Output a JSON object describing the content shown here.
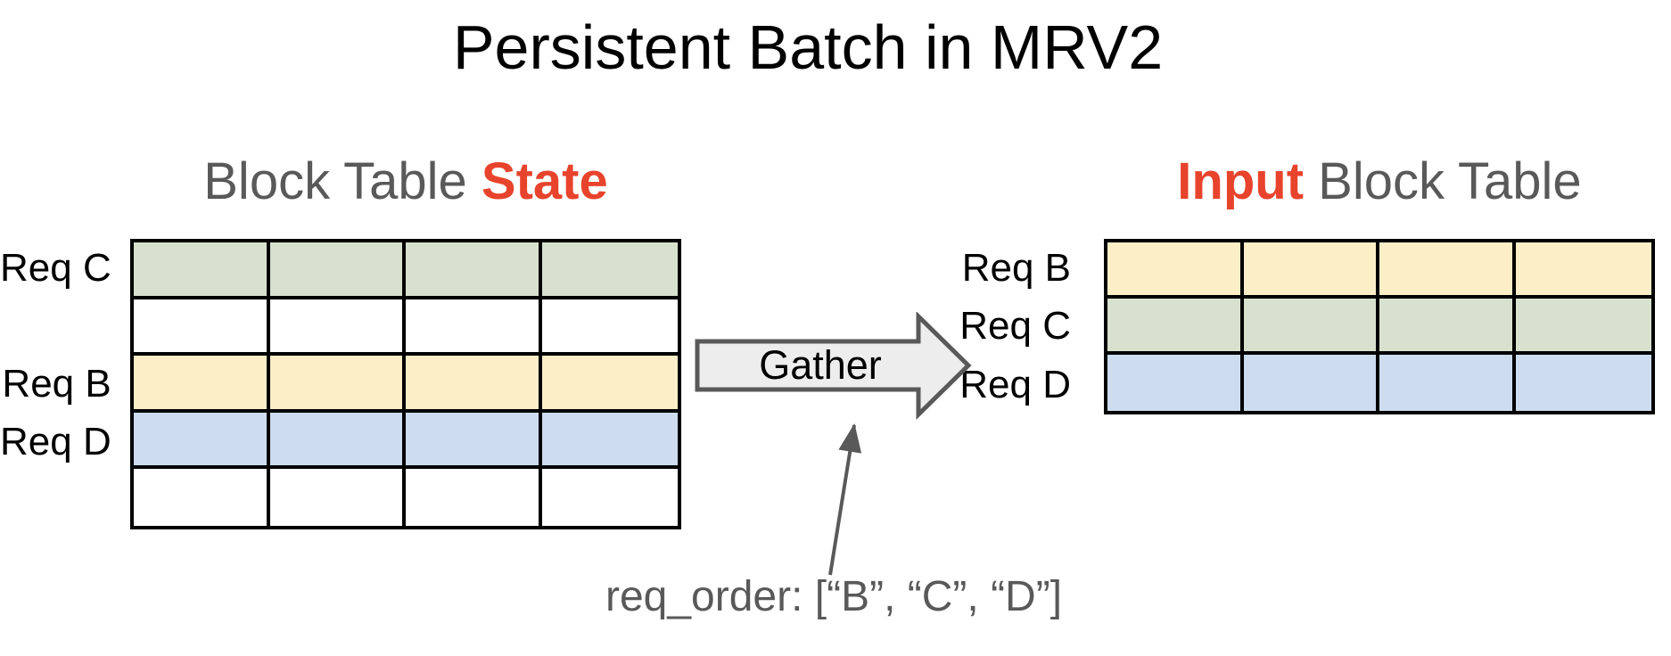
{
  "title": "Persistent Batch in MRV2",
  "left_section": {
    "heading": {
      "prefix": "Block Table ",
      "highlight": "State"
    },
    "table": {
      "columns": 4,
      "rows": [
        {
          "label": "Req C",
          "fill": "#d8e1cd"
        },
        {
          "label": "",
          "fill": "#ffffff"
        },
        {
          "label": "Req B",
          "fill": "#fceec7"
        },
        {
          "label": "Req D",
          "fill": "#cdddef"
        },
        {
          "label": "",
          "fill": "#ffffff"
        }
      ]
    }
  },
  "gather_arrow": {
    "label": "Gather"
  },
  "right_section": {
    "heading": {
      "highlight": "Input",
      "suffix": " Block Table"
    },
    "table": {
      "columns": 4,
      "rows": [
        {
          "label": "Req B",
          "fill": "#fceec7"
        },
        {
          "label": "Req C",
          "fill": "#d8e1cd"
        },
        {
          "label": "Req D",
          "fill": "#cdddef"
        }
      ]
    }
  },
  "annotation": {
    "text": "req_order: [“B”, “C”, “D”]"
  },
  "colors": {
    "highlight_red": "#e8432c",
    "heading_gray": "#595959",
    "cell_border": "#000000",
    "row_green": "#d8e1cd",
    "row_yellow": "#fceec7",
    "row_blue": "#cdddef",
    "arrow_fill": "#ededed",
    "arrow_stroke": "#595959"
  }
}
